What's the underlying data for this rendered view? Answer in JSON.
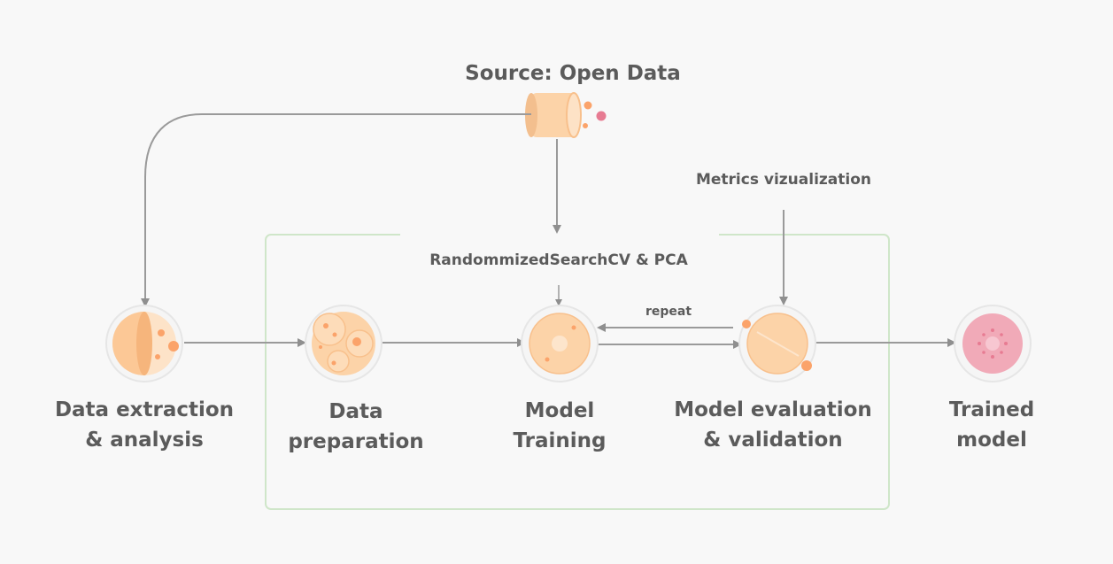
{
  "source": {
    "title": "Source: Open Data"
  },
  "annotations": {
    "metrics": "Metrics vizualization",
    "search": "RandommizedSearchCV & PCA",
    "repeat": "repeat"
  },
  "stages": [
    {
      "line1": "Data extraction",
      "line2": "& analysis"
    },
    {
      "line1": "Data",
      "line2": "preparation"
    },
    {
      "line1": "Model",
      "line2": "Training"
    },
    {
      "line1": "Model evaluation",
      "line2": "& validation"
    },
    {
      "line1": "Trained",
      "line2": "model"
    }
  ],
  "colors": {
    "orange_fill": "#fcd3a8",
    "orange_dot": "#fba36a",
    "pink_fill": "#f1aab8",
    "pink_dot": "#e77b92",
    "box_border": "#cfe6c9",
    "arrow": "#9a9a9a",
    "text": "#5b5b5b"
  }
}
